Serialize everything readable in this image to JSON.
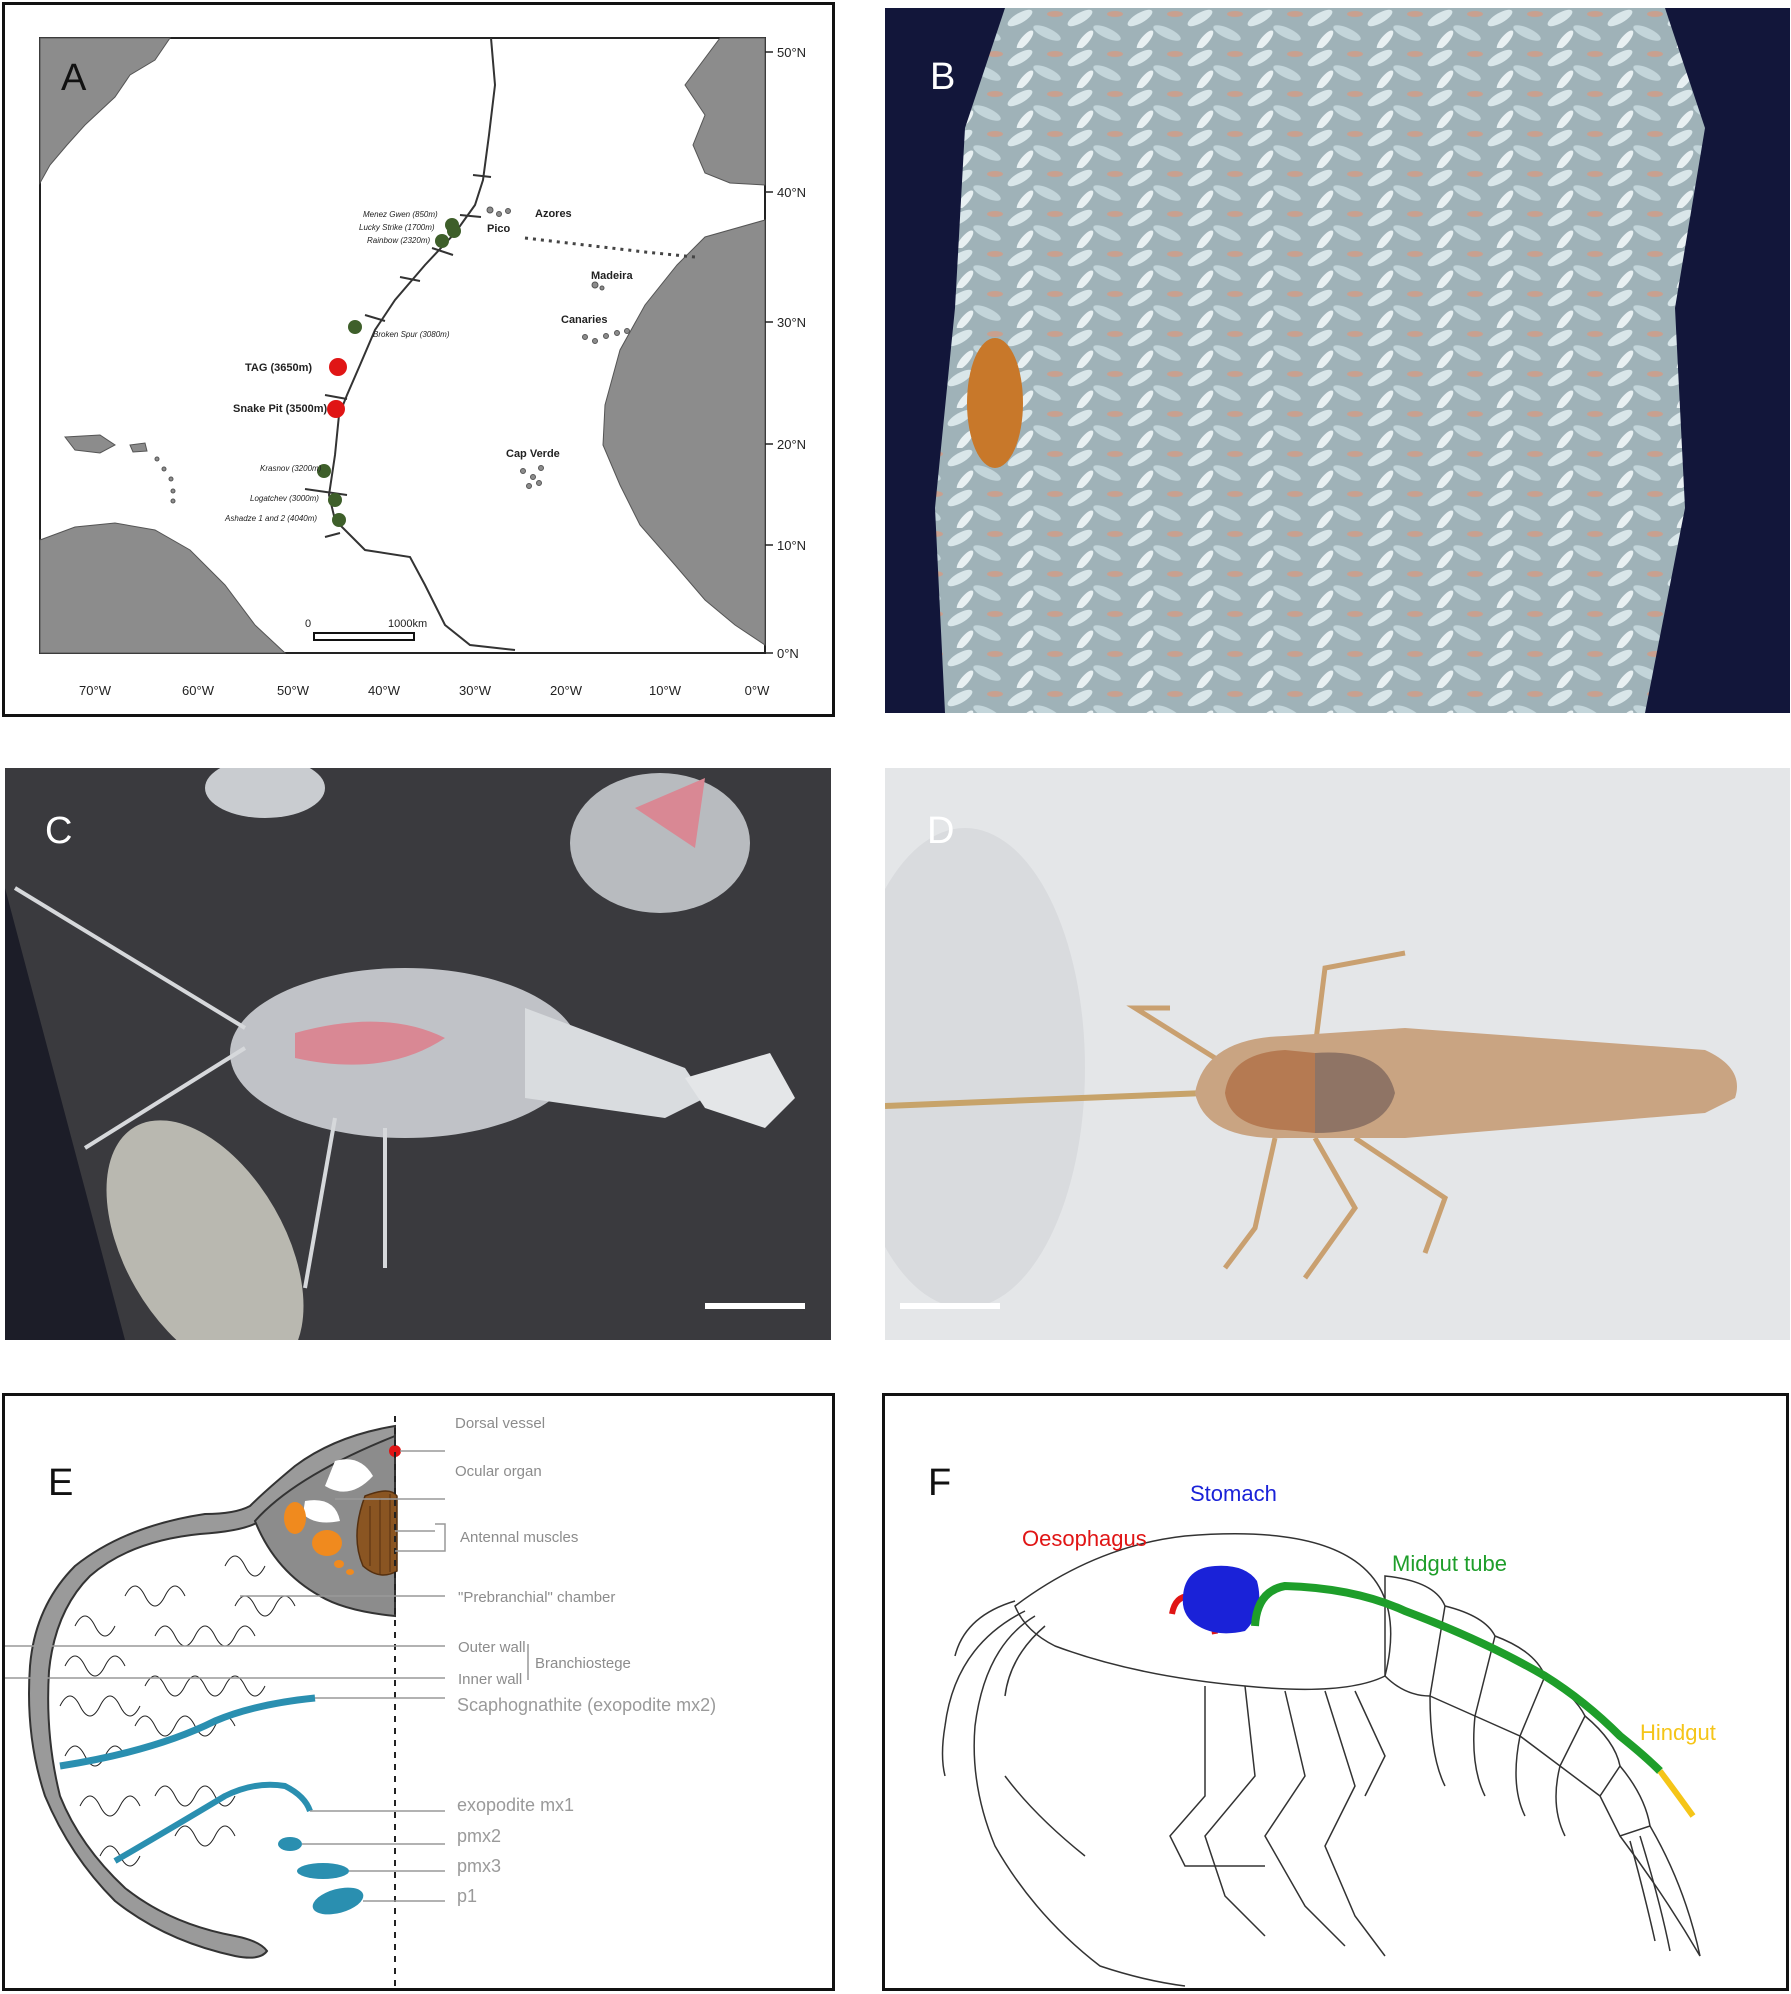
{
  "panels": {
    "a": {
      "label": "A",
      "lat_labels": [
        "50°N",
        "40°N",
        "30°N",
        "20°N",
        "10°N",
        "0°N"
      ],
      "lon_labels": [
        "70°W",
        "60°W",
        "50°W",
        "40°W",
        "30°W",
        "20°W",
        "10°W",
        "0°W"
      ],
      "sites": [
        {
          "name": "Menez Gwen (850m)",
          "color": "#3e5f2a"
        },
        {
          "name": "Lucky Strike (1700m)",
          "color": "#3e5f2a"
        },
        {
          "name": "Rainbow (2320m)",
          "color": "#3e5f2a"
        },
        {
          "name": "Broken Spur (3080m)",
          "color": "#3e5f2a"
        },
        {
          "name": "TAG (3650m)",
          "color": "#e01515"
        },
        {
          "name": "Snake Pit (3500m)",
          "color": "#e01515"
        },
        {
          "name": "Krasnov (3200m)",
          "color": "#3e5f2a"
        },
        {
          "name": "Logatchev (3000m)",
          "color": "#3e5f2a"
        },
        {
          "name": "Ashadze 1 and 2 (4040m)",
          "color": "#3e5f2a"
        }
      ],
      "places": [
        "Azores",
        "Pico",
        "Madeira",
        "Canaries",
        "Cap Verde"
      ],
      "scale_zero": "0",
      "scale_label": "1000km",
      "land_color": "#8c8c8c"
    },
    "b": {
      "label": "B"
    },
    "c": {
      "label": "C"
    },
    "d": {
      "label": "D"
    },
    "e": {
      "label": "E",
      "annotations": [
        "Dorsal vessel",
        "Ocular organ",
        "Antennal muscles",
        "\"Prebranchial\" chamber",
        "Outer wall",
        "Inner wall",
        "Branchiostege",
        "Scaphognathite (exopodite mx2)",
        "exopodite mx1",
        "pmx2",
        "pmx3",
        "p1"
      ]
    },
    "f": {
      "label": "F",
      "parts": [
        {
          "name": "Stomach",
          "color": "#1a22d8"
        },
        {
          "name": "Oesophagus",
          "color": "#e01515"
        },
        {
          "name": "Midgut tube",
          "color": "#1e9e2a"
        },
        {
          "name": "Hindgut",
          "color": "#f5c518"
        }
      ]
    }
  }
}
